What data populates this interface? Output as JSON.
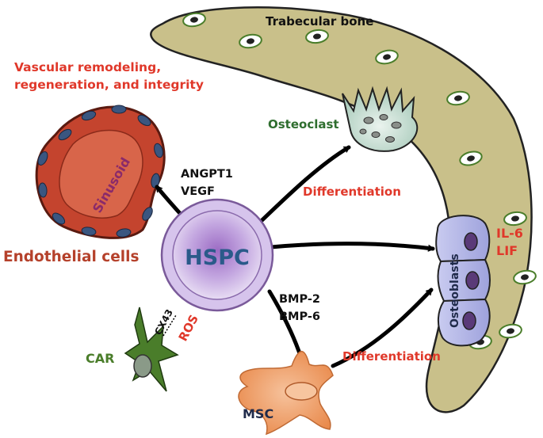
{
  "labels": {
    "trabecular_bone": "Trabecular bone",
    "vascular_line1": "Vascular remodeling,",
    "vascular_line2": "regeneration, and integrity",
    "osteoclast": "Osteoclast",
    "sinusoid": "Sinusoid",
    "angpt1": "ANGPT1",
    "vegf": "VEGF",
    "differentiation_top": "Differentiation",
    "endothelial_cells": "Endothelial cells",
    "hspc": "HSPC",
    "il6": "IL-6",
    "lif": "LIF",
    "osteoblasts": "Osteoblasts",
    "cx43": "CX43",
    "ros": "ROS",
    "bmp2": "BMP-2",
    "bmp6": "BMP-6",
    "car": "CAR",
    "differentiation_bottom": "Differentiation",
    "msc": "MSC"
  },
  "colors": {
    "bone_fill": "#c9c08a",
    "bone_stroke": "#222222",
    "red_text": "#e0382a",
    "brown_text": "#b5412b",
    "green_text": "#2f6e2f",
    "car_green": "#4a7d2a",
    "hspc_purple": "#b89ad6",
    "msc_orange": "#f0a06a",
    "osteoblast_blue": "#b3b6e6",
    "sinusoid_red": "#c4442e",
    "dark_navy": "#1f2a4a"
  }
}
